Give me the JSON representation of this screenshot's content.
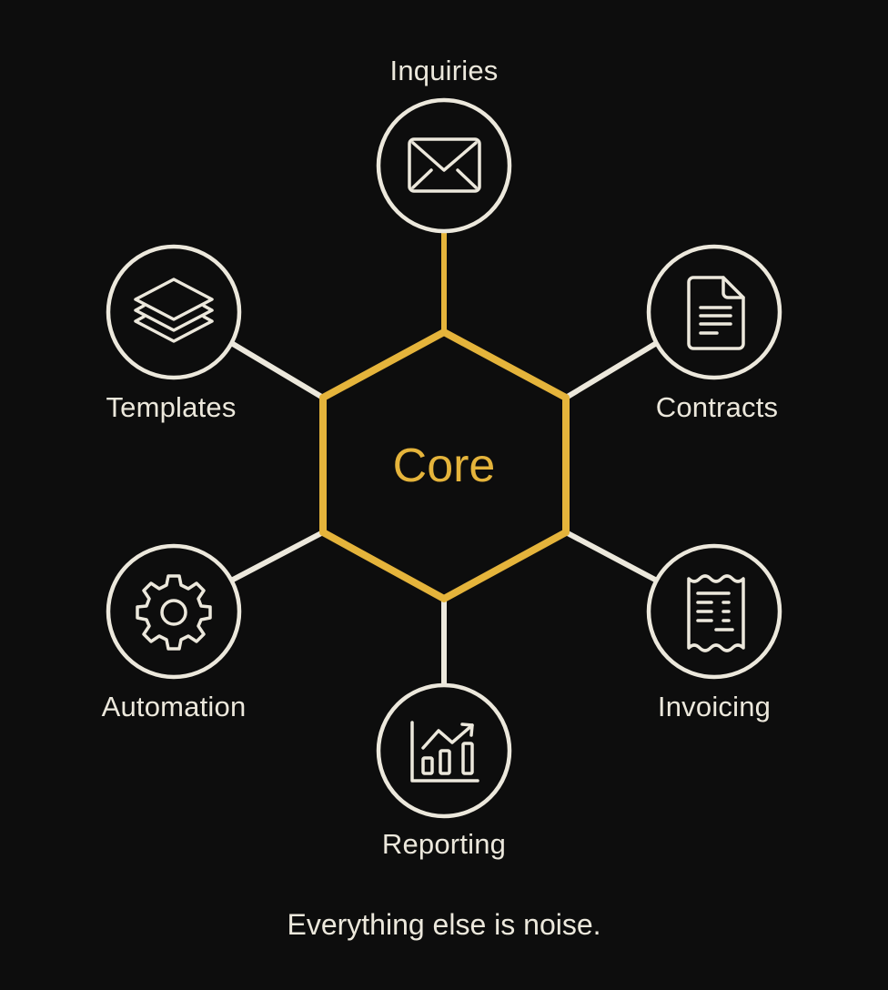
{
  "diagram": {
    "core": {
      "label": "Core"
    },
    "nodes": [
      {
        "id": "inquiries",
        "label": "Inquiries",
        "icon": "envelope-icon"
      },
      {
        "id": "contracts",
        "label": "Contracts",
        "icon": "document-icon"
      },
      {
        "id": "invoicing",
        "label": "Invoicing",
        "icon": "receipt-icon"
      },
      {
        "id": "reporting",
        "label": "Reporting",
        "icon": "bar-chart-trend-icon"
      },
      {
        "id": "automation",
        "label": "Automation",
        "icon": "gear-icon"
      },
      {
        "id": "templates",
        "label": "Templates",
        "icon": "layers-icon"
      }
    ],
    "tagline": "Everything else is noise.",
    "colors": {
      "background": "#0d0d0d",
      "accent": "#e5b43b",
      "stroke": "#ece8dc"
    }
  }
}
